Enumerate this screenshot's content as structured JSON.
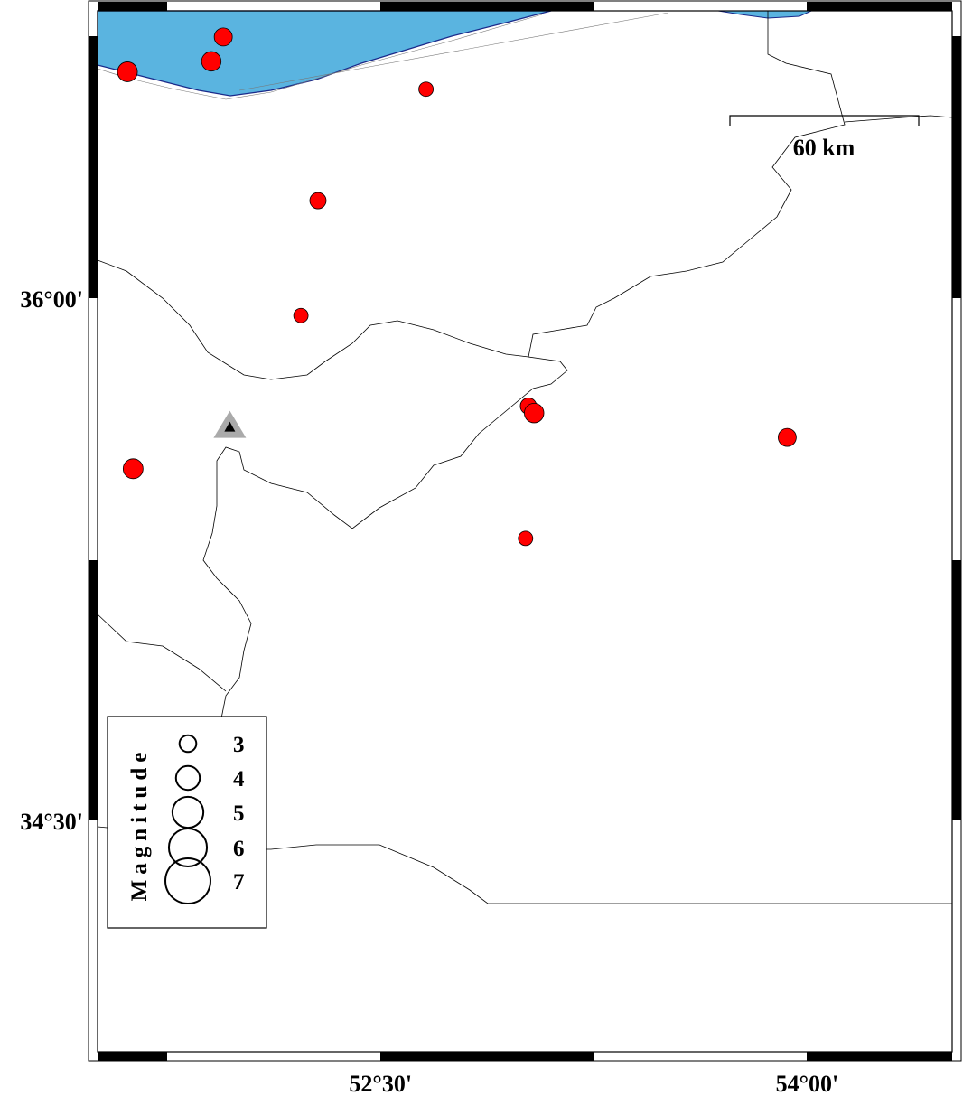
{
  "map": {
    "lon_range": [
      51.505,
      54.51
    ],
    "lat_range": [
      33.836,
      36.825
    ],
    "sea_color": "#5ab4e0",
    "event_color": "#ff0000",
    "x_tick_labels": [
      {
        "lon": 52.5,
        "text": "52°30'"
      },
      {
        "lon": 54.0,
        "text": "54°00'"
      }
    ],
    "y_tick_labels": [
      {
        "lat": 36.0,
        "text": "36°00'"
      },
      {
        "lat": 34.5,
        "text": "34°30'"
      }
    ],
    "scale_bar_label": "60 km",
    "station": {
      "lon": 51.97,
      "lat": 35.63,
      "icon": "triangle-station-icon"
    },
    "events": [
      {
        "lon": 51.61,
        "lat": 36.65,
        "mag": 3.25
      },
      {
        "lon": 51.905,
        "lat": 36.68,
        "mag": 3.2
      },
      {
        "lon": 51.947,
        "lat": 36.75,
        "mag": 3.0
      },
      {
        "lon": 52.66,
        "lat": 36.6,
        "mag": 2.5
      },
      {
        "lon": 52.28,
        "lat": 36.28,
        "mag": 2.75
      },
      {
        "lon": 52.22,
        "lat": 35.95,
        "mag": 2.5
      },
      {
        "lon": 53.02,
        "lat": 35.69,
        "mag": 2.75
      },
      {
        "lon": 53.04,
        "lat": 35.67,
        "mag": 3.2
      },
      {
        "lon": 53.93,
        "lat": 35.6,
        "mag": 3.0
      },
      {
        "lon": 51.63,
        "lat": 35.51,
        "mag": 3.25
      },
      {
        "lon": 53.01,
        "lat": 35.31,
        "mag": 2.5
      }
    ]
  },
  "legend": {
    "title": "Magnitude",
    "entries": [
      {
        "mag": 3,
        "label": "3"
      },
      {
        "mag": 4,
        "label": "4"
      },
      {
        "mag": 5,
        "label": "5"
      },
      {
        "mag": 6,
        "label": "6"
      },
      {
        "mag": 7,
        "label": "7"
      }
    ]
  }
}
